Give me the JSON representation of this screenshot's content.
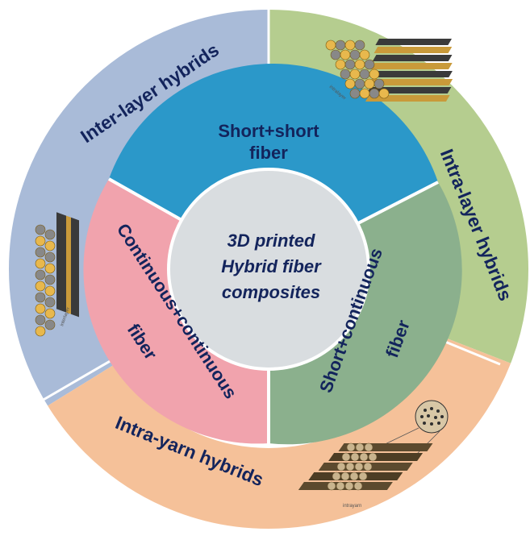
{
  "center": {
    "line1": "3D printed",
    "line2": "Hybrid fiber",
    "line3": "composites"
  },
  "outer_ring": {
    "inter_layer": "Inter-layer hybrids",
    "intra_layer": "Intra-layer hybrids",
    "intra_yarn": "Intra-yarn hybrids"
  },
  "middle_ring": {
    "short_short_line1": "Short+short",
    "short_short_line2": "fiber",
    "continuous_line1": "Continuous+continuous",
    "continuous_line2": "fiber",
    "short_continuous_line1": "Short+continuous",
    "short_continuous_line2": "fiber"
  },
  "illustration_captions": {
    "interlayer": "interlayer",
    "intralayer": "intralayer",
    "intrayarn": "intrayarn"
  },
  "colors": {
    "inter_layer": "#a9bbd8",
    "intra_layer": "#b5cd8f",
    "intra_yarn": "#f5c199",
    "short_short": "#2b98c9",
    "continuous": "#f1a3ad",
    "short_continuous": "#8bb08d",
    "center": "#d9dde0",
    "text": "#13245c"
  }
}
